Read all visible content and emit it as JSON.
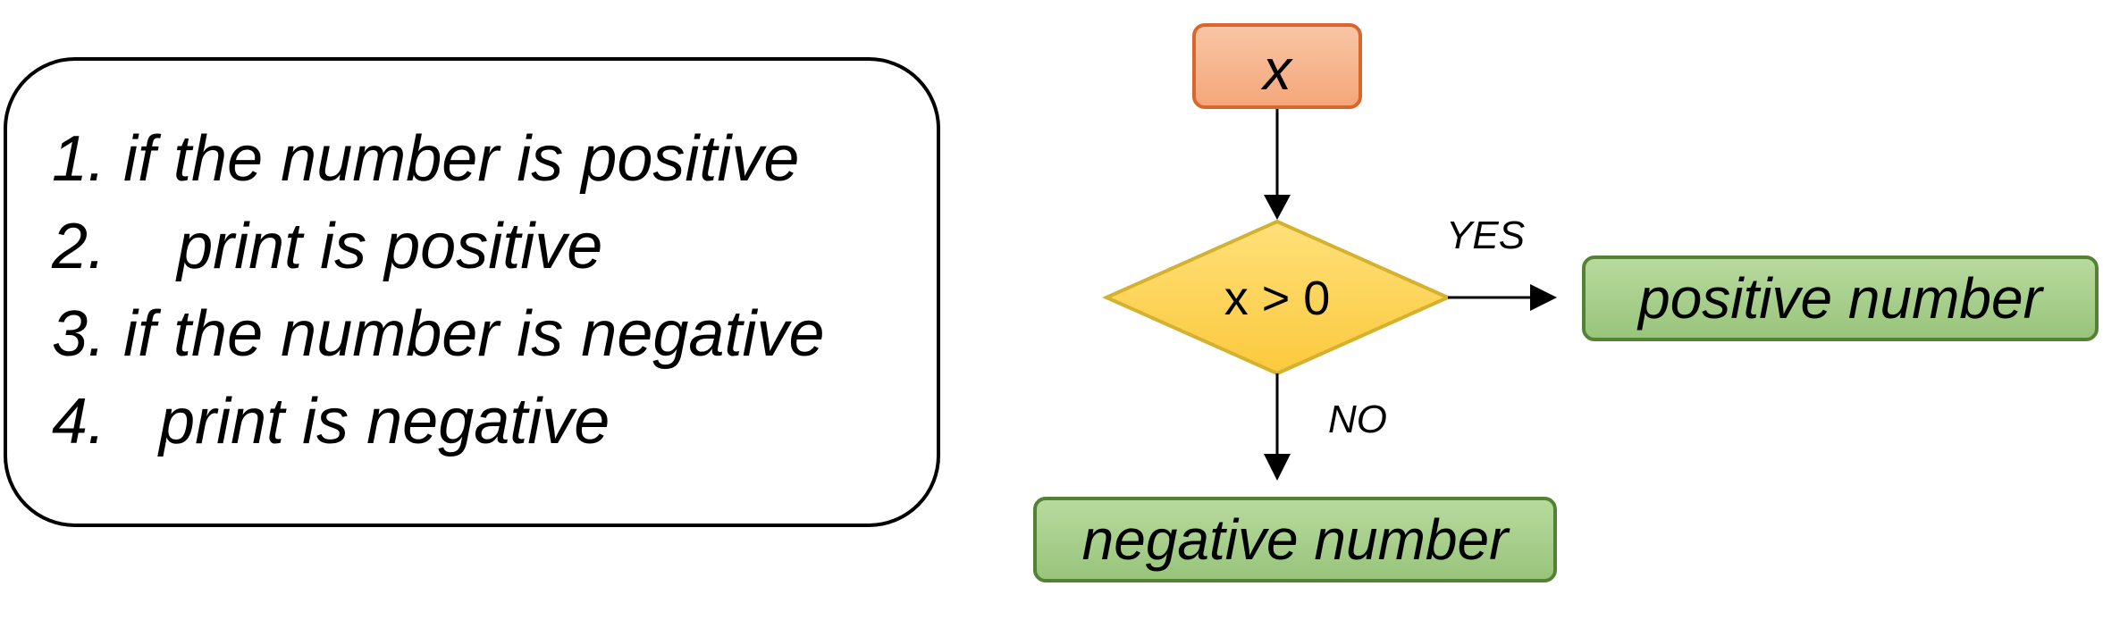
{
  "pseudocode": {
    "lines": [
      "1. if the number is positive",
      "2.    print is positive",
      "3. if the number is negative",
      "4.   print is negative"
    ]
  },
  "flowchart": {
    "input_node": "x",
    "condition": "x > 0",
    "yes_label": "YES",
    "no_label": "NO",
    "yes_node": "positive number",
    "no_node": "negative number",
    "colors": {
      "input_fill": "#F6B58D",
      "input_stroke": "#D9662C",
      "decision_fill": "#FFD54F",
      "decision_stroke": "#D4B12E",
      "result_fill": "#A9D18E",
      "result_stroke": "#548235"
    }
  }
}
